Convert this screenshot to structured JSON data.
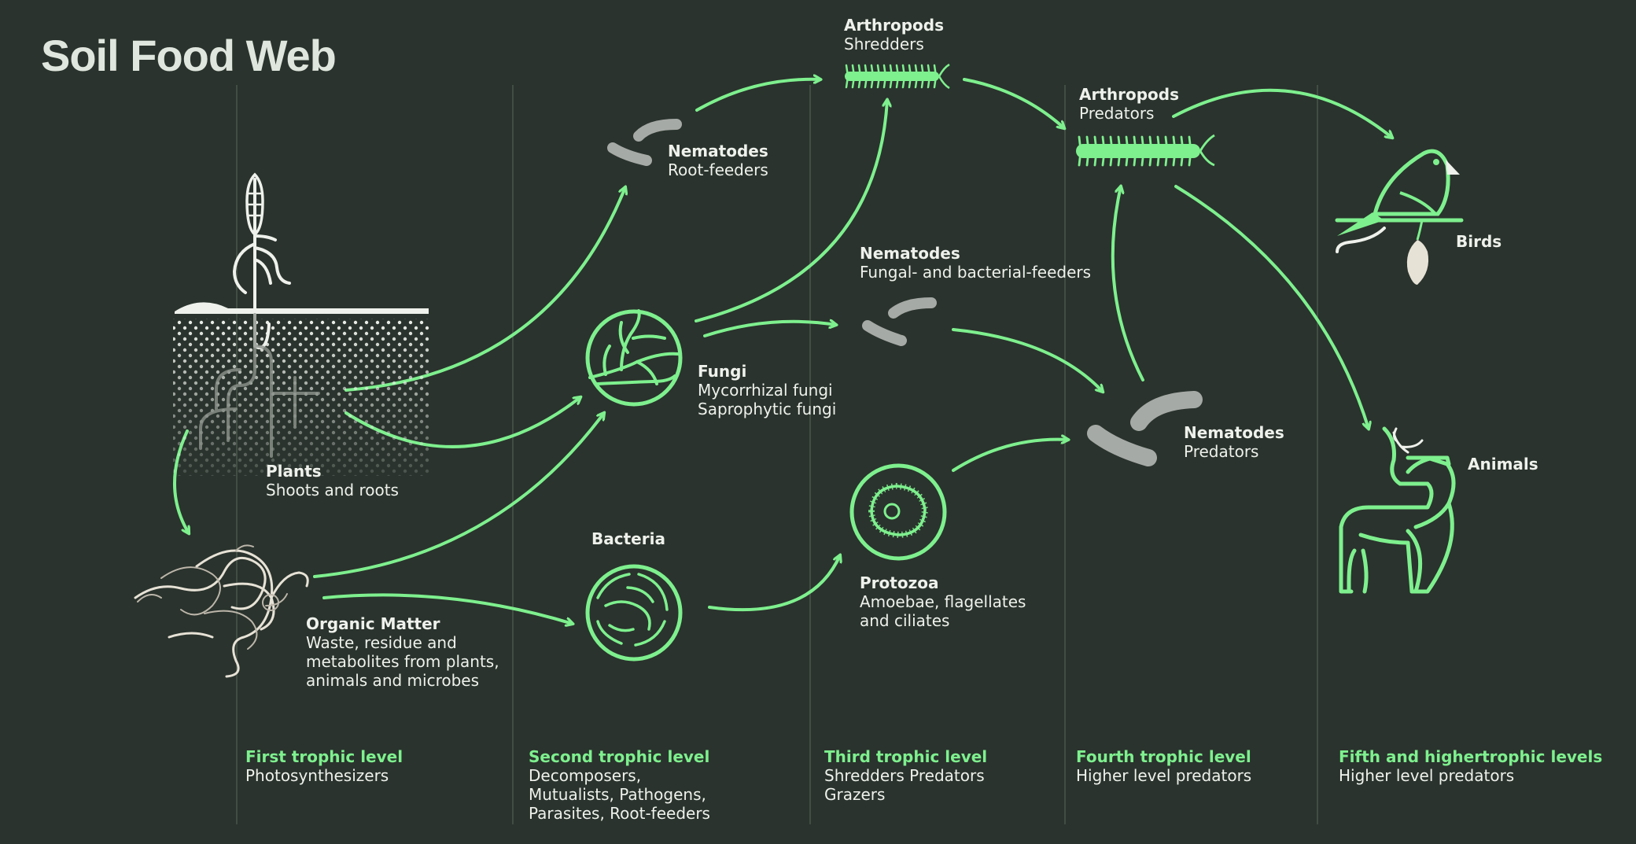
{
  "title": "Soil Food Web",
  "colors": {
    "background": "#2a332d",
    "accent": "#7ef08e",
    "nematode": "#a6aaa6",
    "ink": "#eef1ec"
  },
  "organisms": {
    "arthropods_shredders": {
      "name": "Arthropods",
      "role": "Shredders",
      "icon": "centipede-icon"
    },
    "arthropods_predators": {
      "name": "Arthropods",
      "role": "Predators",
      "icon": "centipede-icon"
    },
    "nematodes_root": {
      "name": "Nematodes",
      "role": "Root-feeders",
      "icon": "nematode-icon"
    },
    "nematodes_fungal": {
      "name": "Nematodes",
      "role": "Fungal- and bacterial-feeders",
      "icon": "nematode-icon"
    },
    "nematodes_predators": {
      "name": "Nematodes",
      "role": "Predators",
      "icon": "nematode-icon"
    },
    "fungi": {
      "name": "Fungi",
      "role1": "Mycorrhizal fungi",
      "role2": "Saprophytic fungi",
      "icon": "fungi-icon"
    },
    "bacteria": {
      "name": "Bacteria",
      "icon": "bacteria-icon"
    },
    "protozoa": {
      "name": "Protozoa",
      "role1": "Amoebae, flagellates",
      "role2": "and ciliates",
      "icon": "protozoa-icon"
    },
    "plants": {
      "name": "Plants",
      "role": "Shoots and roots",
      "icon": "plant-icon"
    },
    "organic_matter": {
      "name": "Organic Matter",
      "role1": "Waste, residue and",
      "role2": "metabolites from plants,",
      "role3": "animals and microbes",
      "icon": "organic-matter-icon"
    },
    "birds": {
      "name": "Birds",
      "icon": "bird-icon"
    },
    "animals": {
      "name": "Animals",
      "icon": "deer-icon"
    }
  },
  "levels": [
    {
      "heading": "First trophic level",
      "desc": "Photosynthesizers"
    },
    {
      "heading": "Second trophic level",
      "desc": "Decomposers,\nMutualists, Pathogens,\nParasites, Root-feeders"
    },
    {
      "heading": "Third trophic level",
      "desc": "Shredders Predators\nGrazers"
    },
    {
      "heading": "Fourth trophic level",
      "desc": "Higher level predators"
    },
    {
      "heading": "Fifth and highertrophic levels",
      "desc": "Higher level predators"
    }
  ]
}
